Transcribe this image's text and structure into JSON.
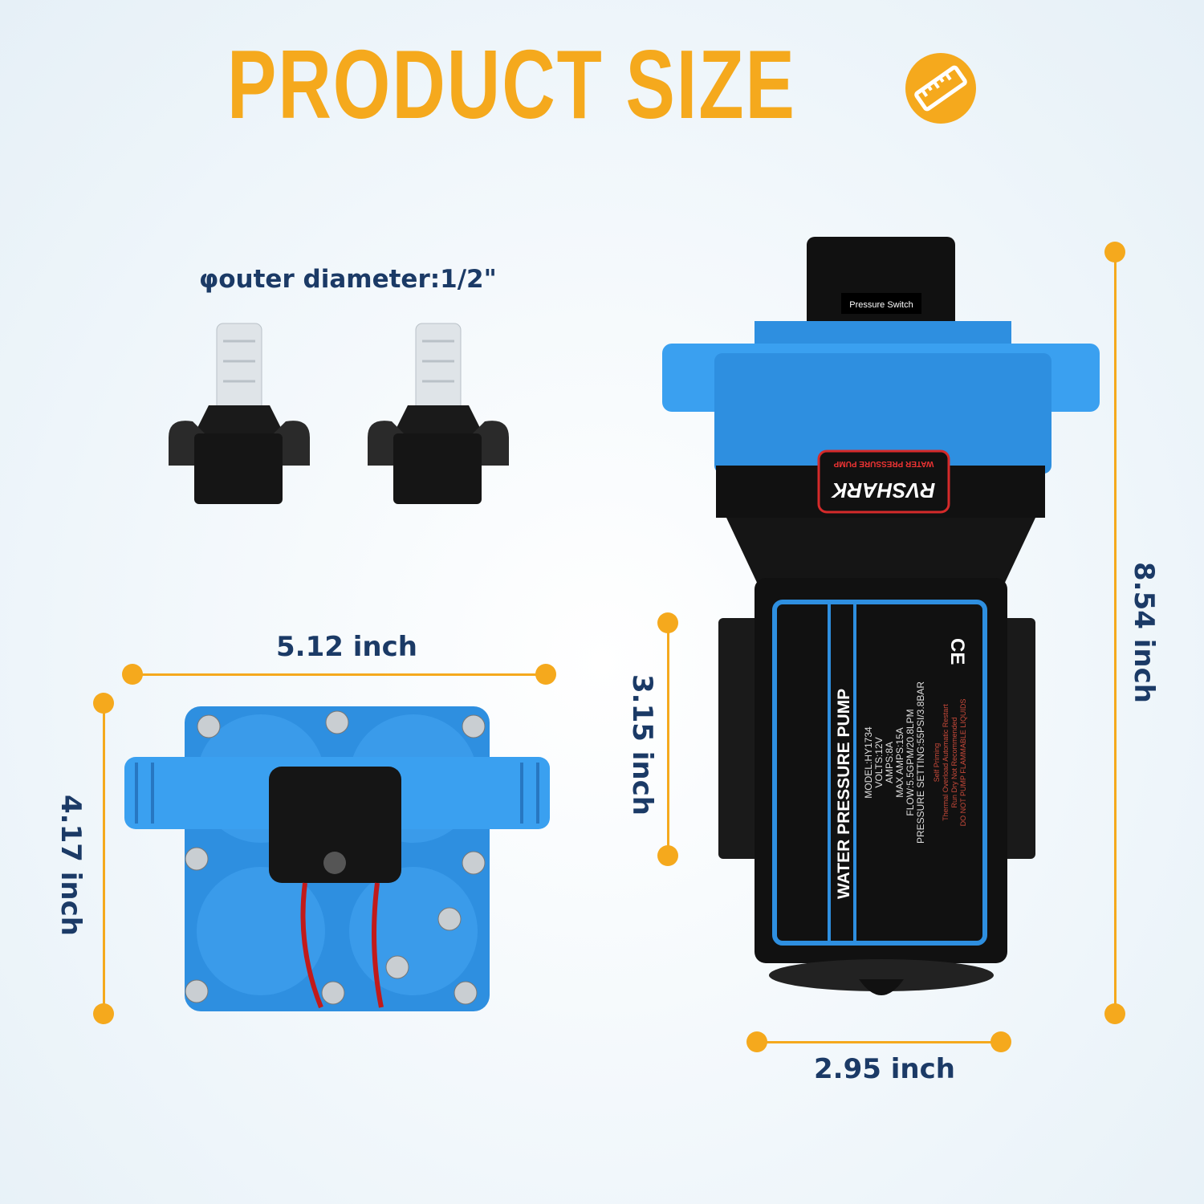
{
  "title": "PRODUCT SIZE",
  "title_icon": "ruler-icon",
  "colors": {
    "accent": "#f5a91d",
    "text": "#1b3a66",
    "pump_blue": "#2e8fe0",
    "pump_black": "#111111"
  },
  "fittings": {
    "label": "φouter diameter:1/2\""
  },
  "dimensions": {
    "front_width": "5.12 inch",
    "front_height": "4.17 inch",
    "motor_height": "3.15 inch",
    "total_height": "8.54 inch",
    "motor_width": "2.95 inch"
  },
  "pump": {
    "switch_label": "Pressure Switch",
    "brand": "RVSHARK",
    "brand_sub": "WATER PRESSURE PUMP",
    "label_title": "WATER PRESSURE PUMP",
    "specs": [
      "MODEL:HY1734",
      "VOLTS:12V",
      "AMPS:8A",
      "MAX AMPS:15A",
      "FLOW:5.5GPM/20.8LPM",
      "PRESSURE SETTING:55PSI/3.8BAR"
    ],
    "warnings": [
      "Self Priming",
      "Thermal Overload Automatic Restart",
      "Run Dry Not Recommended",
      "DO NOT PUMP FLAMMABLE LIQUIDS"
    ],
    "cert": "CE"
  }
}
